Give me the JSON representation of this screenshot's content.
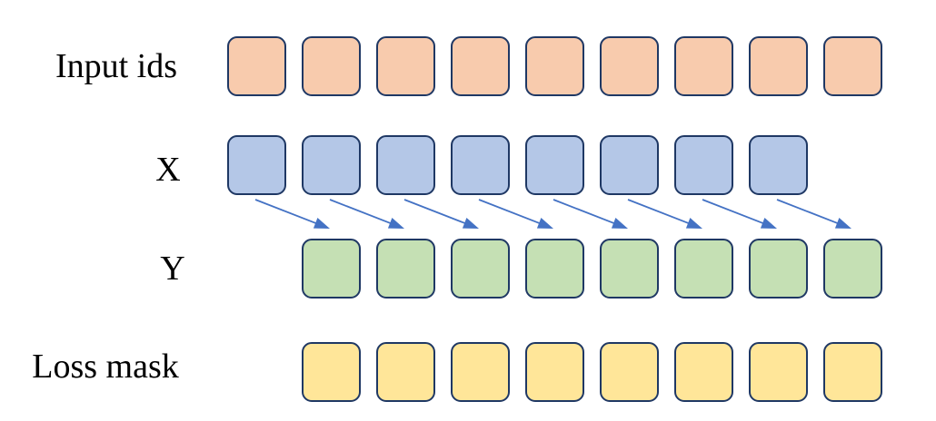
{
  "diagram": {
    "rows": [
      {
        "id": "input-ids",
        "label": "Input ids",
        "cell_count": 9,
        "start_offset": 0,
        "fill": "#F8CBAD"
      },
      {
        "id": "x",
        "label": "X",
        "cell_count": 8,
        "start_offset": 0,
        "fill": "#B4C7E7"
      },
      {
        "id": "y",
        "label": "Y",
        "cell_count": 8,
        "start_offset": 1,
        "fill": "#C5E0B4"
      },
      {
        "id": "loss-mask",
        "label": "Loss mask",
        "cell_count": 8,
        "start_offset": 1,
        "fill": "#FFE699"
      }
    ],
    "arrows": {
      "count": 8,
      "from_row": "x",
      "to_row": "y",
      "color": "#4472C4"
    },
    "colors": {
      "background": "#FFFFFF",
      "cell_border": "#1F3864",
      "label_text": "#000000"
    }
  }
}
